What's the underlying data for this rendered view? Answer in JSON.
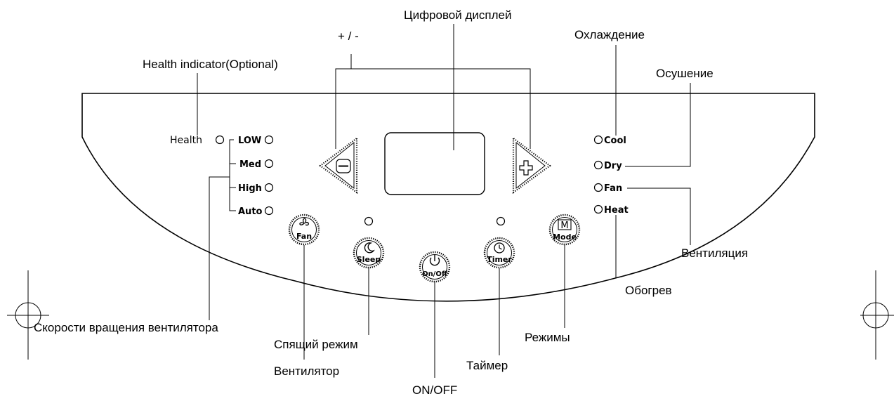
{
  "callouts": {
    "digital_display": "Цифровой дисплей",
    "plus_minus": "+ / -",
    "health_indicator": "Health indicator(Optional)",
    "cooling": "Охлаждение",
    "drying": "Осушение",
    "ventilation": "Вентиляция",
    "heating": "Обогрев",
    "fan_speeds": "Скорости вращения вентилятора",
    "sleep_mode": "Спящий режим",
    "fan": "Вентилятор",
    "on_off": "ON/OFF",
    "timer": "Таймер",
    "modes": "Режимы"
  },
  "panel": {
    "health_label": "Health",
    "speeds": [
      "LOW",
      "Med",
      "High",
      "Auto"
    ],
    "modes": [
      "Cool",
      "Dry",
      "Fan",
      "Heat"
    ],
    "buttons": {
      "fan": "Fan",
      "sleep": "Sleep",
      "onoff": "On/Off",
      "timer": "Timer",
      "mode": "Mode",
      "mode_icon": "M"
    }
  },
  "icons": {
    "minus": "minus-icon",
    "plus": "plus-icon",
    "fan": "fan-icon",
    "sleep": "moon-icon",
    "power": "power-icon",
    "timer": "clock-icon",
    "mode": "mode-icon"
  }
}
